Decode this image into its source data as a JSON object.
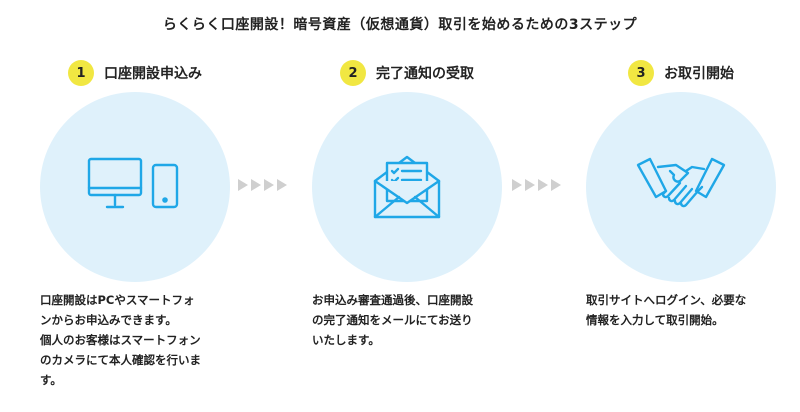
{
  "title": "らくらく口座開設！暗号資産（仮想通貨）取引を始めるための3ステップ",
  "colors": {
    "badge": "#f1e742",
    "circle": "#dff1fb",
    "icon_stroke": "#1fa7e7",
    "arrow": "#cfcfcf"
  },
  "steps": [
    {
      "number": "1",
      "label": "口座開設申込み",
      "icon": "computer-and-phone-icon",
      "description": [
        "口座開設はPCやスマートフォ",
        "ンからお申込みできます。",
        "個人のお客様はスマートフォン",
        "のカメラにて本人確認を行いま",
        "す。"
      ]
    },
    {
      "number": "2",
      "label": "完了通知の受取",
      "icon": "envelope-checklist-icon",
      "description": [
        "お申込み審査通過後、口座開設",
        "の完了通知をメールにてお送り",
        "いたします。"
      ]
    },
    {
      "number": "3",
      "label": "お取引開始",
      "icon": "handshake-icon",
      "description": [
        "取引サイトへログイン、必要な",
        "情報を入力して取引開始。"
      ]
    }
  ]
}
